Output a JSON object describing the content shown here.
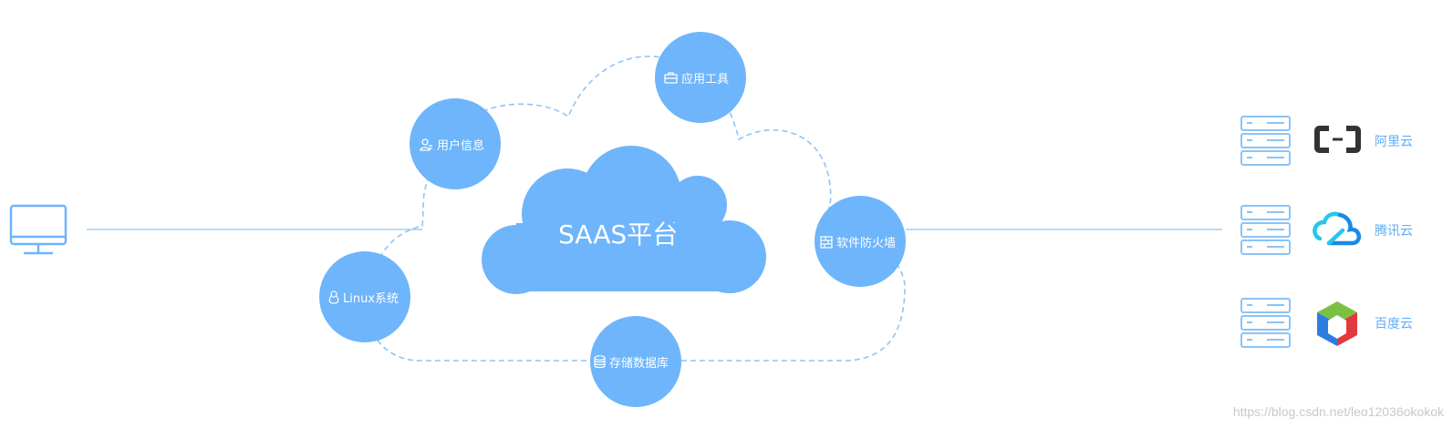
{
  "center": {
    "label": "SAAS平台"
  },
  "nodes": [
    {
      "key": "app-tools",
      "label": "应用工具",
      "icon": "toolbox-icon"
    },
    {
      "key": "user-info",
      "label": "用户信息",
      "icon": "user-icon"
    },
    {
      "key": "firewall",
      "label": "软件防火墙",
      "icon": "firewall-icon"
    },
    {
      "key": "linux",
      "label": "Linux系统",
      "icon": "linux-penguin-icon"
    },
    {
      "key": "database",
      "label": "存储数据库",
      "icon": "database-icon"
    }
  ],
  "client": {
    "icon": "monitor-icon"
  },
  "providers": [
    {
      "label": "阿里云",
      "server_icon": "server-rack-icon",
      "logo_icon": "aliyun-logo-icon"
    },
    {
      "label": "腾讯云",
      "server_icon": "server-rack-icon",
      "logo_icon": "tencent-cloud-logo-icon"
    },
    {
      "label": "百度云",
      "server_icon": "server-rack-icon",
      "logo_icon": "baidu-cloud-logo-icon"
    }
  ],
  "watermark": "https://blog.csdn.net/leo12036okokok",
  "colors": {
    "node_fill": "#6eb5fb",
    "line": "#8fc4f7",
    "provider_text": "#62aef7",
    "server_stroke": "#8cc3f5"
  }
}
